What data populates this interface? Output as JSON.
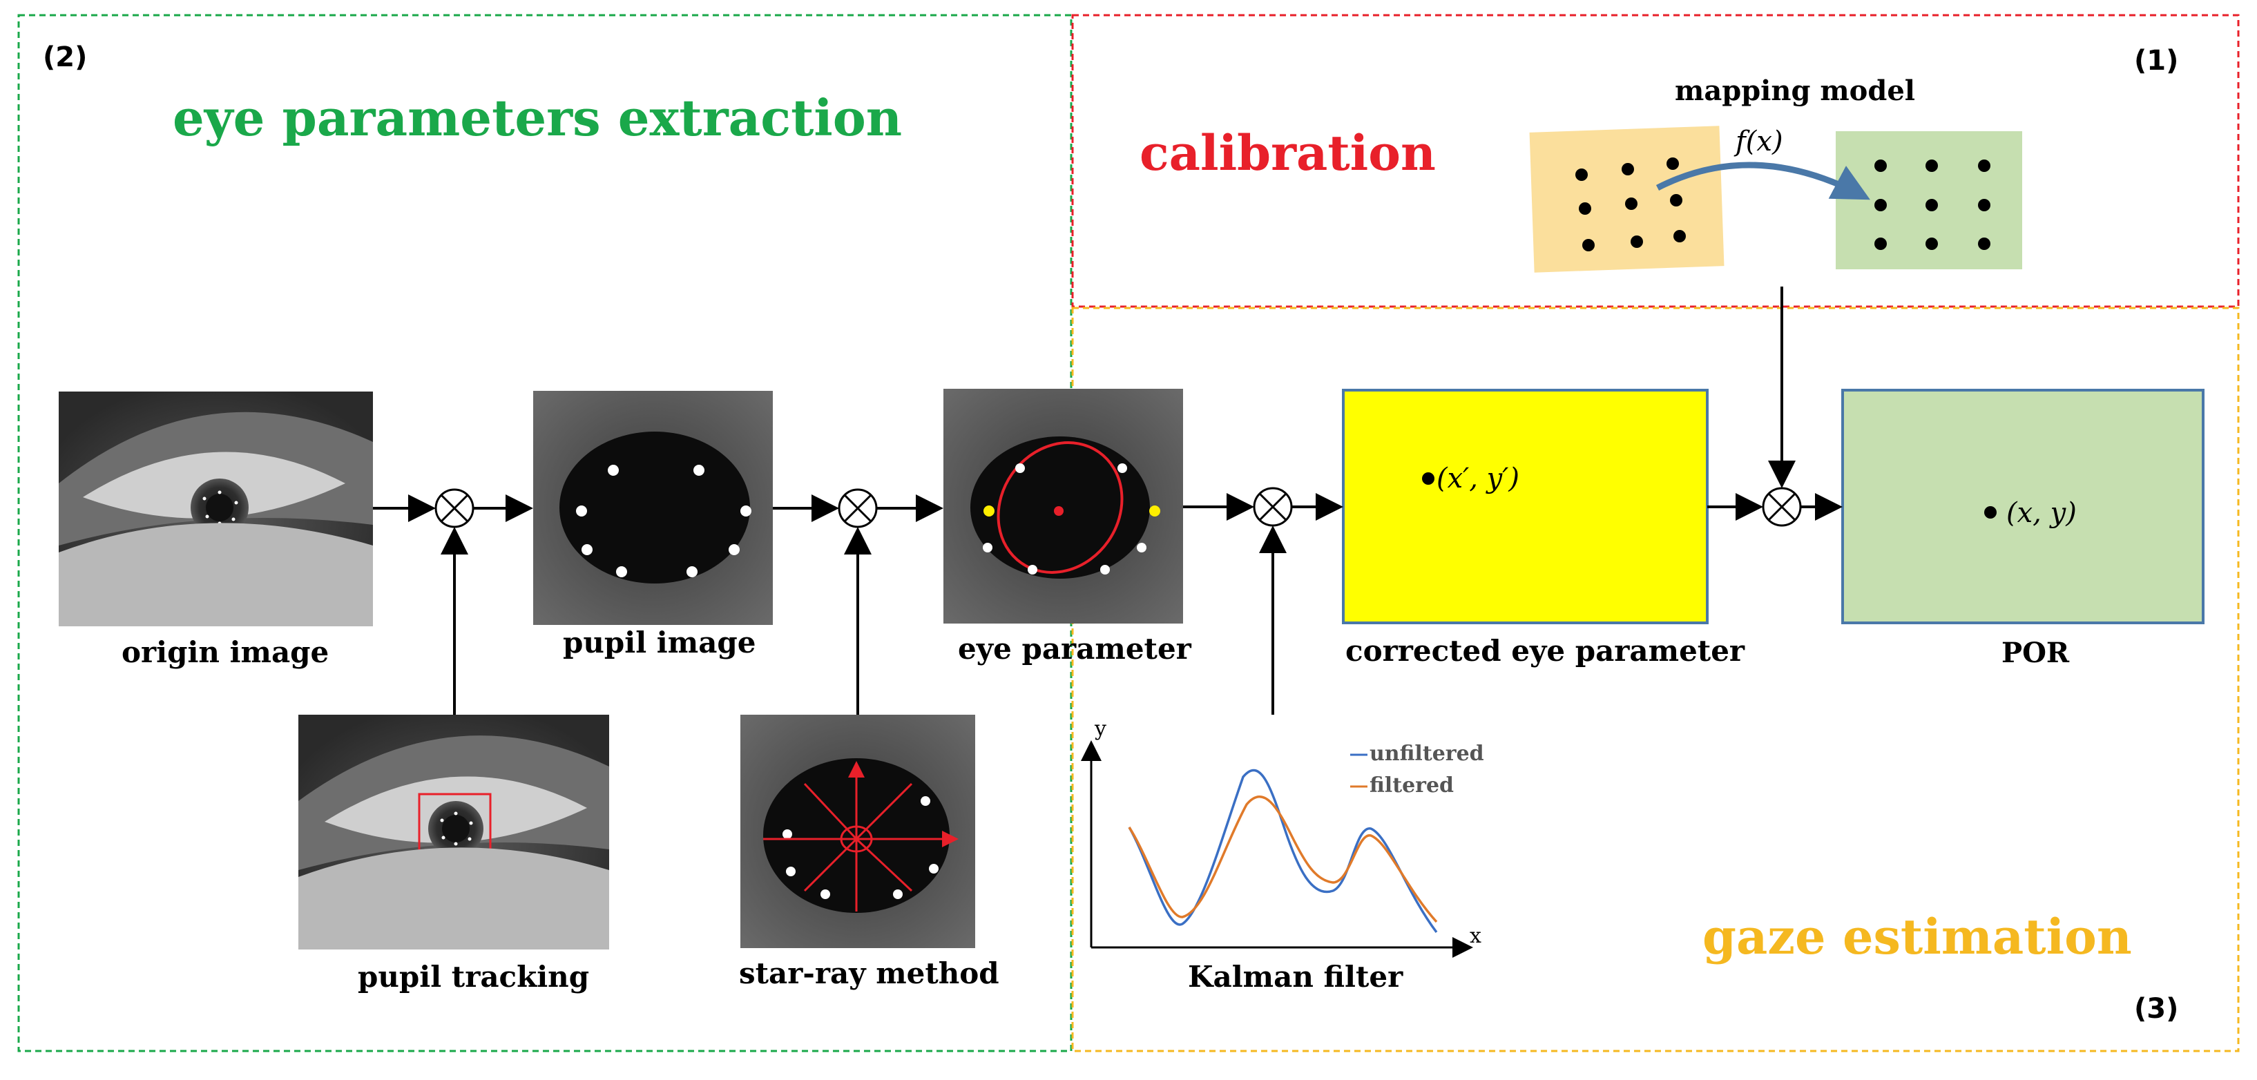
{
  "sections": {
    "extraction": {
      "number": "(2)",
      "title": "eye parameters extraction",
      "color": "#1aa84a"
    },
    "calibration": {
      "number": "(1)",
      "title": "calibration",
      "color": "#e8202a"
    },
    "gaze": {
      "number": "(3)",
      "title": "gaze estimation",
      "color": "#f5b820"
    }
  },
  "mapping": {
    "title": "mapping model",
    "function": "f(x)"
  },
  "images": {
    "origin": "origin image",
    "pupil": "pupil image",
    "eye_param": "eye parameter",
    "tracking": "pupil tracking",
    "star_ray": "star-ray method"
  },
  "boxes": {
    "corrected": {
      "label": "corrected eye parameter",
      "point": "(x′, y′)",
      "color": "#ffff00"
    },
    "por": {
      "label": "POR",
      "point": "(x, y)",
      "color": "#c6dfb0"
    }
  },
  "kalman": {
    "label": "Kalman filter",
    "y_axis": "y",
    "x_axis": "x",
    "legend": [
      "unfiltered",
      "filtered"
    ],
    "colors": {
      "unfiltered": "#3a6fc4",
      "filtered": "#e07a2a"
    }
  }
}
